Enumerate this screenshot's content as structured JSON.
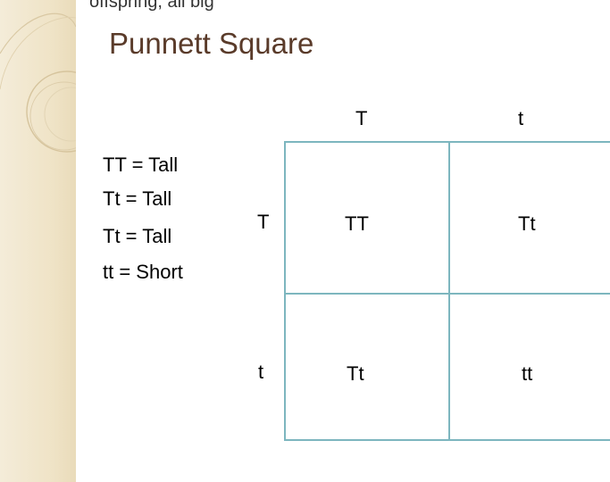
{
  "top_fragment": "offspring, all big",
  "title": "Punnett Square",
  "legend": [
    "TT = Tall",
    "Tt = Tall",
    "Tt = Tall",
    "tt = Short"
  ],
  "columns": [
    "T",
    "t"
  ],
  "rows": [
    "T",
    "t"
  ],
  "cells": [
    [
      "TT",
      "Tt"
    ],
    [
      "Tt",
      "tt"
    ]
  ],
  "colors": {
    "title": "#5a3b2a",
    "grid_line": "#7db6bf",
    "left_bar": "#efe3c6"
  }
}
